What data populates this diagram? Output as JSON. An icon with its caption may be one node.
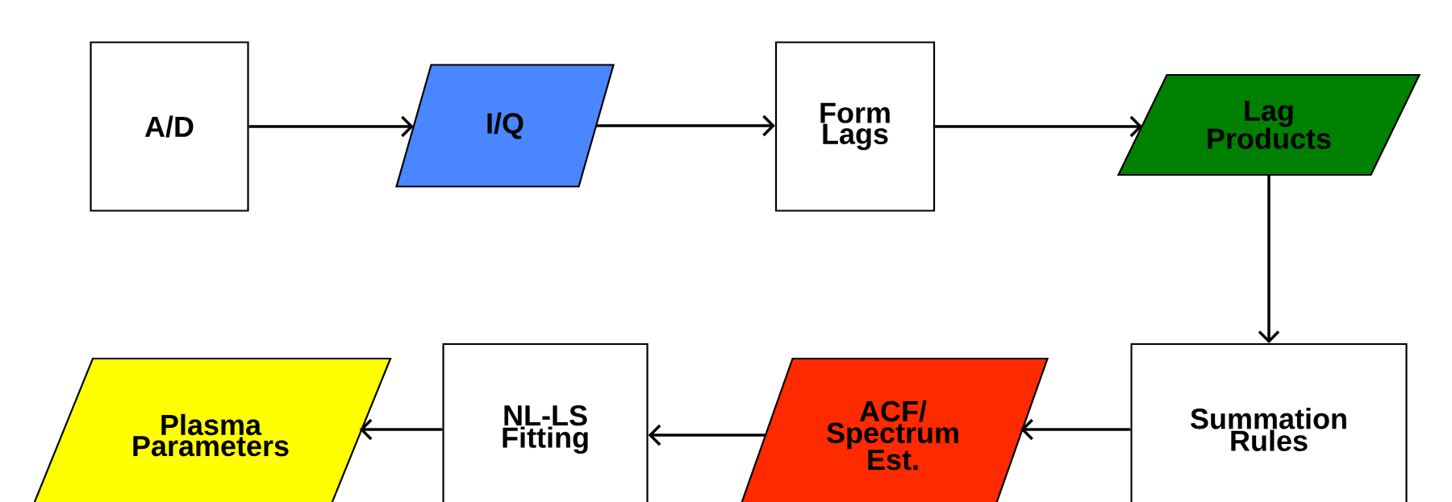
{
  "diagram": {
    "nodes": [
      {
        "text": [
          "A/D"
        ]
      },
      {
        "text": [
          "I/Q"
        ]
      },
      {
        "text": [
          "Form Lags"
        ]
      },
      {
        "text": [
          "Lag Products"
        ]
      },
      {
        "text": [
          "Summation Rules"
        ]
      },
      {
        "text": [
          "ACF/ Spectrum Est."
        ]
      },
      {
        "text": [
          "NL-LS Fitting"
        ]
      },
      {
        "text": [
          "Plasma Parameters"
        ]
      }
    ],
    "edges": [
      {
        "from": 0,
        "to": 1,
        "arrow": "to"
      },
      {
        "from": 1,
        "to": 2,
        "arrow": "to"
      },
      {
        "from": 2,
        "to": 3,
        "arrow": "to"
      },
      {
        "from": 3,
        "to": 4,
        "arrow": "to"
      },
      {
        "from": 4,
        "to": 5,
        "arrow": "to"
      },
      {
        "from": 5,
        "to": 6,
        "arrow": "to"
      },
      {
        "from": 6,
        "to": 7,
        "arrow": "to"
      }
    ]
  }
}
